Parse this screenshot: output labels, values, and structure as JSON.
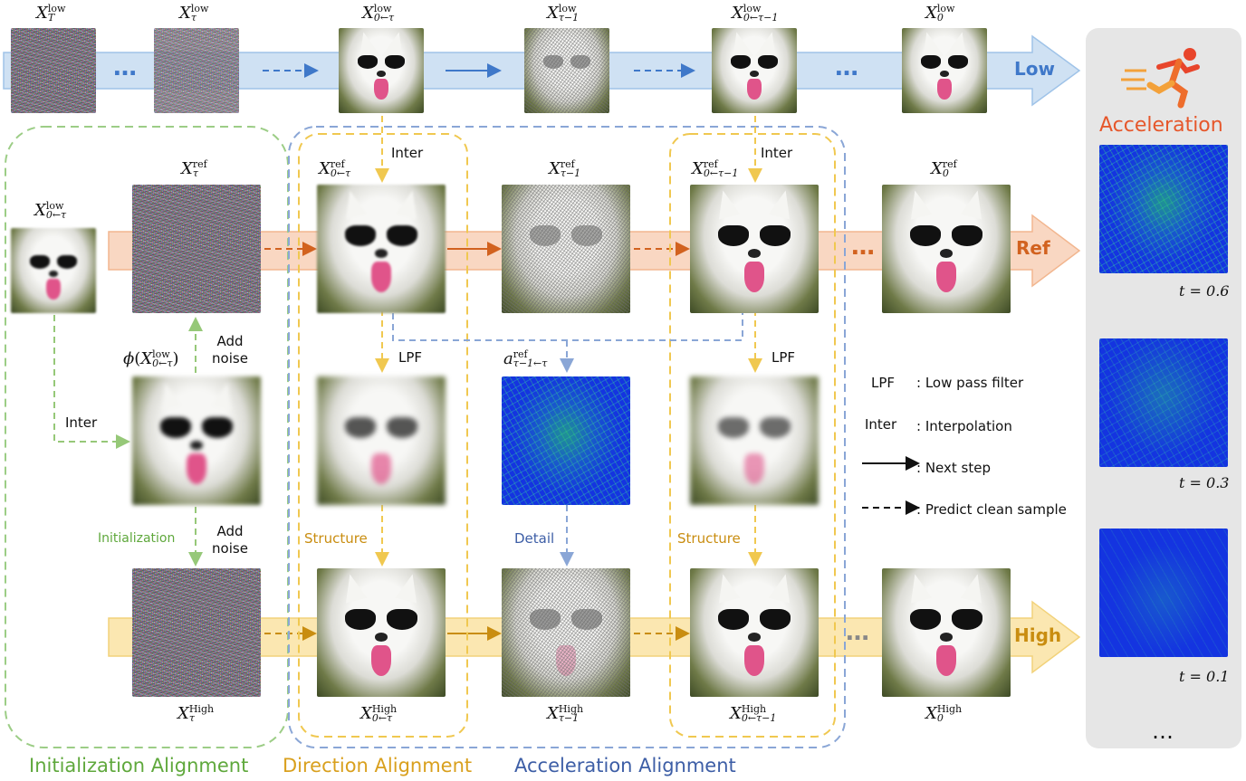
{
  "rows": {
    "low": {
      "label": "Low",
      "color": "#5b8ed6",
      "fill": "#cfe1f3"
    },
    "ref": {
      "label": "Ref",
      "color": "#d9692e",
      "fill": "#f9d7c2"
    },
    "high": {
      "label": "High",
      "color": "#d9a01e",
      "fill": "#fbe7b1"
    }
  },
  "ellipsis": "…",
  "tags": {
    "inter": "Inter",
    "lpf": "LPF",
    "add_noise": "Add noise",
    "initialization": "Initialization",
    "structure": "Structure",
    "detail": "Detail"
  },
  "legend": [
    {
      "key": "LPF",
      "value": ": Low pass filter"
    },
    {
      "key": "Inter",
      "value": ": Interpolation"
    },
    {
      "key": "solid",
      "value": ": Next step"
    },
    {
      "key": "dashed",
      "value": ": Predict clean sample"
    }
  ],
  "panel": {
    "title": "Acceleration",
    "title_color": "#e6572b",
    "steps": [
      "t = 0.6",
      "t = 0.3",
      "t = 0.1"
    ],
    "end": "…",
    "runner_icon": "runner-icon"
  },
  "alignments": [
    {
      "label": "Initialization Alignment",
      "color": "#5fa83c"
    },
    {
      "label": "Direction Alignment",
      "color": "#d9a01e"
    },
    {
      "label": "Acceleration Alignment",
      "color": "#3d5ea6"
    }
  ]
}
